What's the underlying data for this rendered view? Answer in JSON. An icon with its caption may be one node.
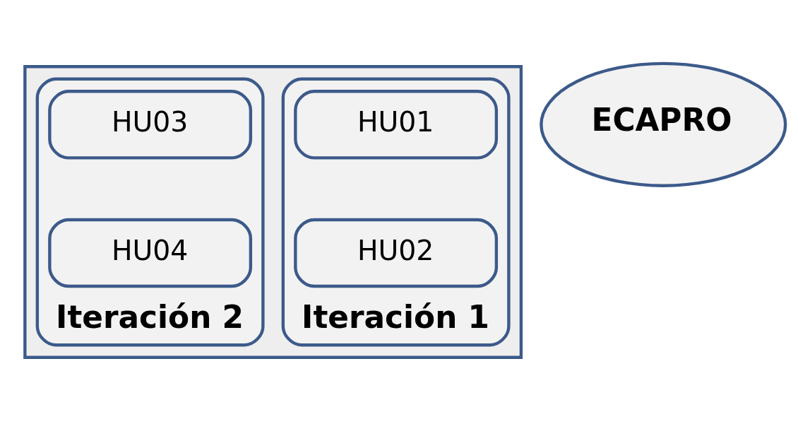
{
  "diagram": {
    "nodes": [
      {
        "text": [],
        "shape": "arrow"
      },
      {
        "text": [
          "Iteración 1"
        ],
        "in": 0
      },
      {
        "text": [
          "HU01"
        ],
        "in": 1
      },
      {
        "text": [
          "HU02"
        ],
        "in": 1
      },
      {
        "text": [
          "Iteración 2"
        ],
        "in": 0
      },
      {
        "text": [
          "HU03"
        ],
        "in": 4
      },
      {
        "text": [
          "HU04"
        ],
        "in": 4
      },
      {
        "text": [
          "ECAPRO"
        ]
      }
    ],
    "edges": []
  }
}
